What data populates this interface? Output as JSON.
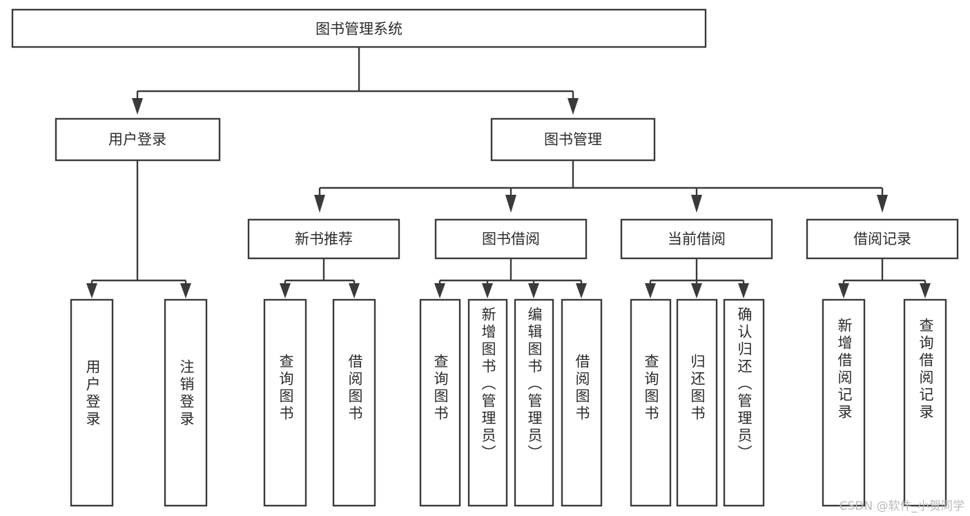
{
  "diagram": {
    "type": "tree",
    "title": "图书管理系统",
    "watermark": "CSDN @软件_小贺同学",
    "colors": {
      "background": "#ffffff",
      "stroke": "#3a3a3a",
      "text": "#2b2b2b",
      "box_fill": "#ffffff",
      "watermark": "#b9b9b9"
    },
    "root": {
      "label": "图书管理系统"
    },
    "level1": [
      {
        "label": "用户登录"
      },
      {
        "label": "图书管理"
      }
    ],
    "level2": [
      {
        "label": "新书推荐"
      },
      {
        "label": "图书借阅"
      },
      {
        "label": "当前借阅"
      },
      {
        "label": "借阅记录"
      }
    ],
    "leaves": {
      "user_login": [
        {
          "label": "用户登录"
        },
        {
          "label": "注销登录"
        }
      ],
      "new_book_recommend": [
        {
          "label": "查询图书"
        },
        {
          "label": "借阅图书"
        }
      ],
      "book_borrow": [
        {
          "label": "查询图书"
        },
        {
          "label": "新增图书（管理员）"
        },
        {
          "label": "编辑图书（管理员）"
        },
        {
          "label": "借阅图书"
        }
      ],
      "current_borrow": [
        {
          "label": "查询图书"
        },
        {
          "label": "归还图书"
        },
        {
          "label": "确认归还（管理员）"
        }
      ],
      "borrow_record": [
        {
          "label": "新增借阅记录"
        },
        {
          "label": "查询借阅记录"
        }
      ]
    }
  }
}
